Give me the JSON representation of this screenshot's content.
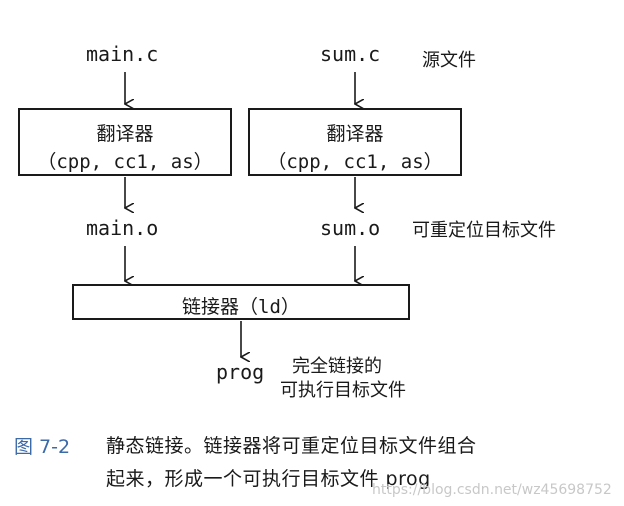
{
  "diagram": {
    "inputs": [
      "main.c",
      "sum.c"
    ],
    "source_label": "源文件",
    "translator": {
      "title": "翻译器",
      "tools": "（cpp, cc1, as）"
    },
    "objects": [
      "main.o",
      "sum.o"
    ],
    "object_label": "可重定位目标文件",
    "linker": "链接器（ld）",
    "output": "prog",
    "output_label_line1": "完全链接的",
    "output_label_line2": "可执行目标文件"
  },
  "caption": {
    "figure_number": "图 7-2",
    "line1": "静态链接。链接器将可重定位目标文件组合",
    "line2": "起来，形成一个可执行目标文件 prog"
  },
  "watermark": "https://blog.csdn.net/wz45698752"
}
